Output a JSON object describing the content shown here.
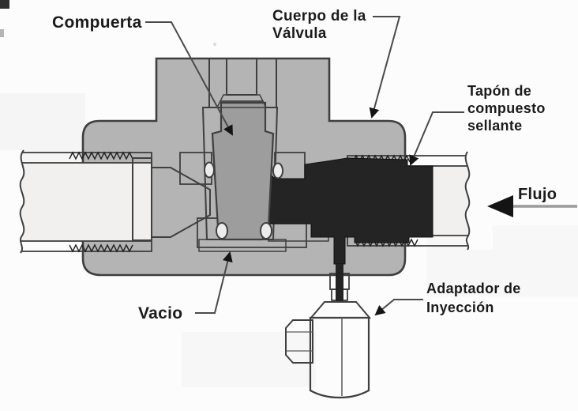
{
  "labels": {
    "gate": "Compuerta",
    "valve_body": {
      "line1": "Cuerpo de la",
      "line2": "Válvula"
    },
    "sealant_plug": {
      "line1": "Tapón de",
      "line2": "compuesto",
      "line3": "sellante"
    },
    "flow": "Flujo",
    "vacio": "Vacio",
    "injection_adapter": {
      "line1": "Adaptador de",
      "line2": "Inyección"
    }
  },
  "colors": {
    "background": "#fcfcfc",
    "valve_body": "#b4b4b4",
    "gate": "#9d9d9d",
    "sealant_compound": "#242424",
    "pipe_wall": "#8a8a8a",
    "pipe_interior": "#f1f0ee",
    "cavity": "#e0e0e0",
    "outline": "#3f3f3f",
    "label_text": "#1b1b1b"
  }
}
